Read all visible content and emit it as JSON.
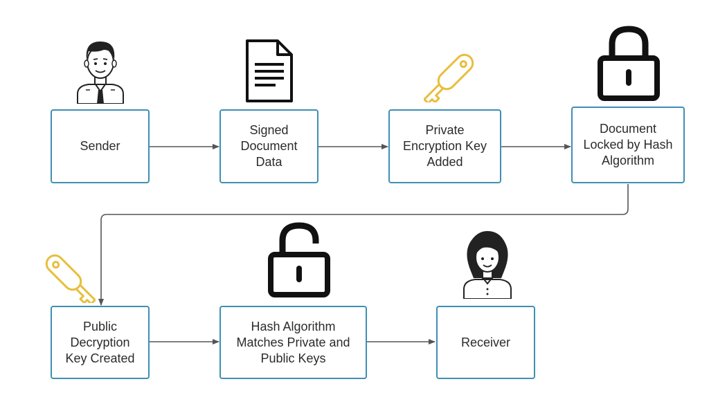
{
  "diagram": {
    "nodes": [
      {
        "id": "sender",
        "label": "Sender"
      },
      {
        "id": "signed",
        "label": "Signed\nDocument\nData"
      },
      {
        "id": "private-key",
        "label": "Private\nEncryption Key\nAdded"
      },
      {
        "id": "locked",
        "label": "Document\nLocked by Hash\nAlgorithm"
      },
      {
        "id": "public-key",
        "label": "Public\nDecryption\nKey Created"
      },
      {
        "id": "match",
        "label": "Hash Algorithm\nMatches Private and\nPublic Keys"
      },
      {
        "id": "receiver",
        "label": "Receiver"
      }
    ],
    "edges": [
      {
        "from": "sender",
        "to": "signed"
      },
      {
        "from": "signed",
        "to": "private-key"
      },
      {
        "from": "private-key",
        "to": "locked"
      },
      {
        "from": "locked",
        "to": "public-key"
      },
      {
        "from": "public-key",
        "to": "match"
      },
      {
        "from": "match",
        "to": "receiver"
      }
    ],
    "icons": [
      "male-person-icon",
      "document-icon",
      "key-icon",
      "padlock-locked-icon",
      "key-icon",
      "padlock-unlocked-icon",
      "female-person-icon"
    ],
    "colors": {
      "box_border": "#3d8fb3",
      "arrow": "#555555",
      "key": "#e8be3c",
      "lock": "#111111"
    }
  }
}
